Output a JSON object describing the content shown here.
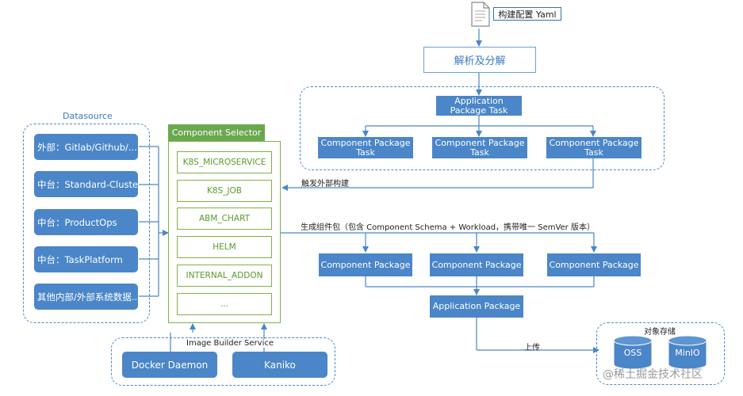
{
  "yaml_label": "构建配置 Yaml",
  "parse_label": "解析及分解",
  "app_task_label": "Application Package Task",
  "comp_task_label": "Component Package Task",
  "trigger_label": "触发外部构建",
  "generate_label": "生成组件包（包含 Component Schema + Workload，携带唯一 SemVer 版本）",
  "component_package_label": "Component Package",
  "application_package_label": "Application Package",
  "upload_label": "上传",
  "storage": {
    "title": "对象存储",
    "items": [
      "OSS",
      "MinIO"
    ]
  },
  "datasource": {
    "title": "Datasource",
    "items": [
      "外部：Gitlab/Github/...",
      "中台：Standard-Cluster",
      "中台：ProductOps",
      "中台：TaskPlatform",
      "其他内部/外部系统数据..."
    ]
  },
  "selector": {
    "title": "Component Selector",
    "items": [
      "K8S_MICROSERVICE",
      "K8S_JOB",
      "ABM_CHART",
      "HELM",
      "INTERNAL_ADDON",
      "..."
    ]
  },
  "builder": {
    "title": "Image Builder Service",
    "items": [
      "Docker Daemon",
      "Kaniko"
    ]
  },
  "watermark": "@稀土掘金技术社区",
  "colors": {
    "blue": "#4a86c8",
    "green": "#6aa84f",
    "dash": "#4a86c8"
  }
}
